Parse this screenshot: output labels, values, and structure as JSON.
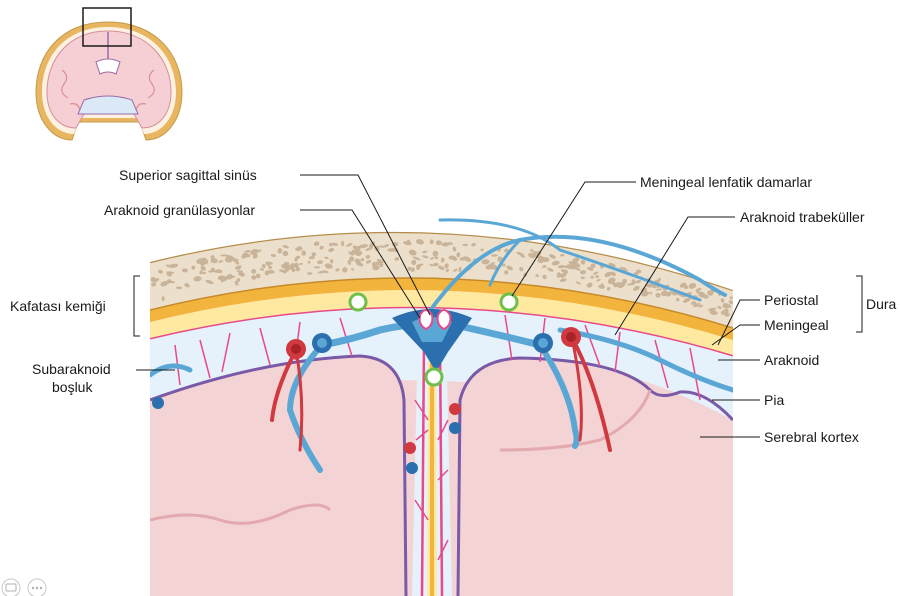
{
  "labels": {
    "superior_sagittal_sinus": "Superior sagittal sinüs",
    "arachnoid_granulations": "Araknoid granülasyonlar",
    "meningeal_lymphatic_vessels": "Meningeal lenfatik damarlar",
    "arachnoid_trabeculae": "Araknoid trabeküller",
    "skull_bone": "Kafatası kemiği",
    "periosteal": "Periostal",
    "meningeal": "Meningeal",
    "dura": "Dura",
    "subarachnoid_space_line1": "Subaraknoid",
    "subarachnoid_space_line2": "boşluk",
    "arachnoid": "Araknoid",
    "pia": "Pia",
    "cerebral_cortex": "Serebral kortex"
  },
  "colors": {
    "bone": "#ece0cc",
    "bone_spots": "#c9b49a",
    "bone_edge": "#b58c4a",
    "periosteal_dura": "#f2b43c",
    "meningeal_dura": "#ffe9a0",
    "arachnoid": "#e8498a",
    "subarachnoid_csf": "#e6f2fb",
    "pia": "#7a5aa6",
    "cortex": "#f4d3d5",
    "vein": "#5aa7d6",
    "vein_dark": "#2c6fae",
    "artery": "#d0393f",
    "lymphatic_ring": "#6fbf4a"
  },
  "thumbnail": {
    "icon": "coronal-brain-section-icon"
  },
  "footer_icons": [
    "caption-icon",
    "more-icon"
  ]
}
